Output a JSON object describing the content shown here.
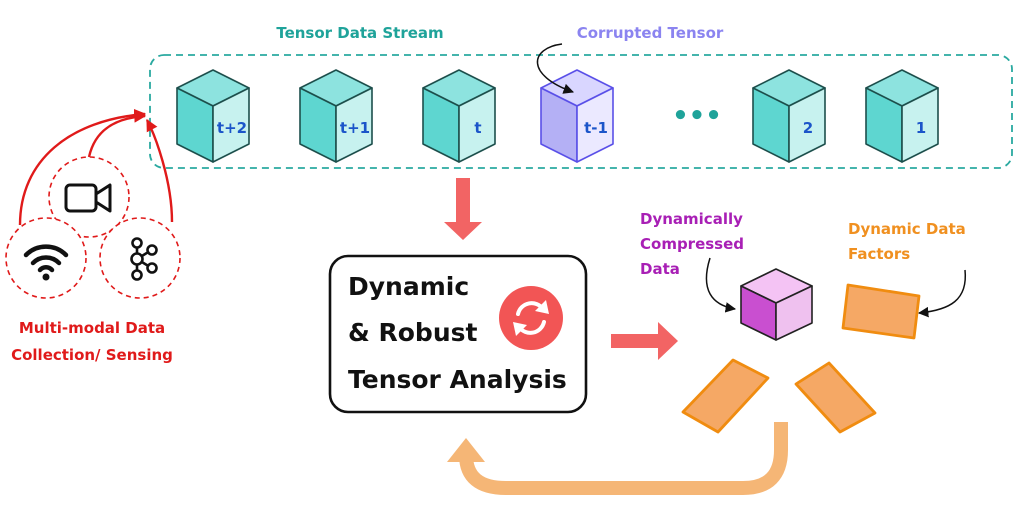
{
  "labels": {
    "stream": "Tensor Data Stream",
    "corrupted": "Corrupted Tensor",
    "ellipsis": "•••",
    "sensing": [
      "Multi-modal Data",
      "Collection/ Sensing"
    ],
    "compressed": [
      "Dynamically",
      "Compressed",
      "Data"
    ],
    "factors": [
      "Dynamic Data",
      "Factors"
    ],
    "analysis": [
      "Dynamic",
      "& Robust",
      "Tensor Analysis"
    ]
  },
  "cubes": [
    {
      "label": "t+2",
      "corrupted": false
    },
    {
      "label": "t+1",
      "corrupted": false
    },
    {
      "label": "t",
      "corrupted": false
    },
    {
      "label": "t-1",
      "corrupted": true
    },
    {
      "label": "2",
      "corrupted": false
    },
    {
      "label": "1",
      "corrupted": false
    }
  ],
  "icons": [
    "video-camera-icon",
    "wifi-icon",
    "kafka-icon",
    "refresh-icon"
  ],
  "colors": {
    "teal": "#5ed6d0",
    "corrupted": "#b4b0f5",
    "red": "#e01a1a",
    "arrow_red": "#f26464",
    "orange": "#f5a865",
    "purple": "#c94fd0"
  }
}
